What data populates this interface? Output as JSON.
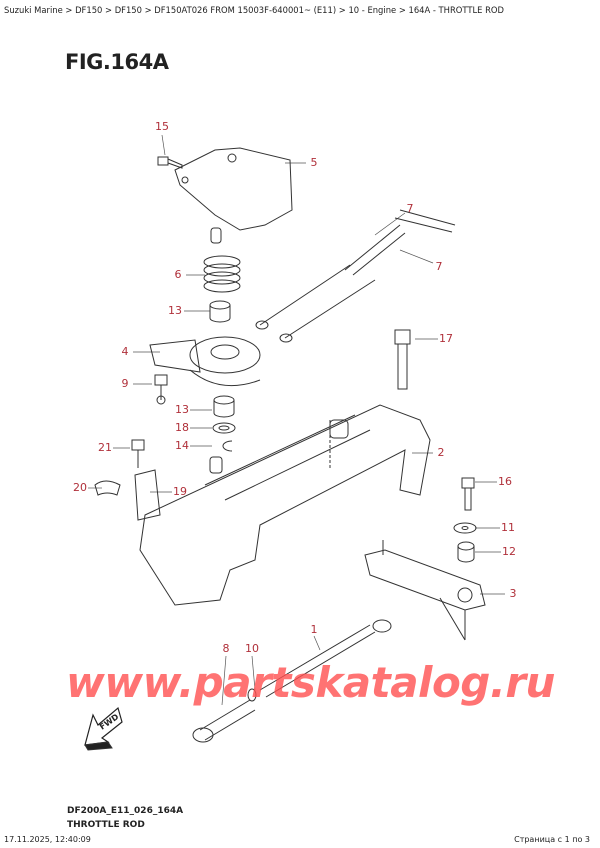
{
  "breadcrumb": "Suzuki Marine > DF150 > DF150 > DF150AT026 FROM 15003F-640001~ (E11) > 10 - Engine > 164A - THROTTLE ROD",
  "figure_title": "FIG.164A",
  "callouts": [
    "15",
    "5",
    "7",
    "7",
    "6",
    "13",
    "17",
    "4",
    "9",
    "13",
    "18",
    "14",
    "21",
    "2",
    "16",
    "20",
    "19",
    "11",
    "12",
    "3",
    "1",
    "10",
    "8"
  ],
  "watermark": "www.partskatalog.ru",
  "fwd_label": "FWD",
  "drawing_code": "DF200A_E11_026_164A",
  "drawing_title": "THROTTLE ROD",
  "footer": {
    "datetime": "17.11.2025, 12:40:09",
    "page": "Страница с 1 по 3"
  },
  "colors": {
    "callout": "#b0303a",
    "watermark": "#ff5050"
  }
}
